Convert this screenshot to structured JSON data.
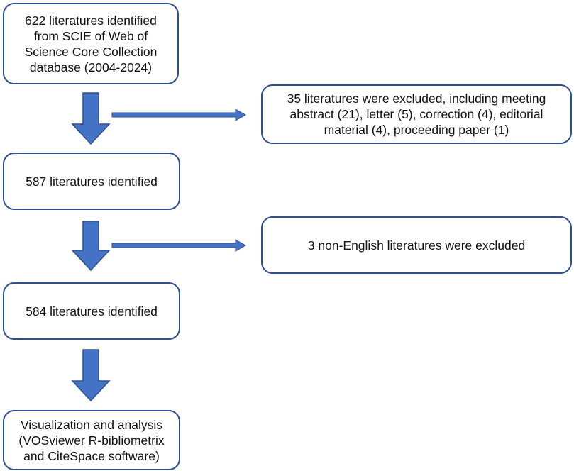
{
  "flow": {
    "step1": "622 literatures identified\nfrom SCIE of Web of\nScience Core Collection\ndatabase (2004-2024)",
    "step2": "587 literatures identified",
    "step3": "584 literatures identified",
    "step4": "Visualization and analysis\n(VOSviewer R-bibliometrix\nand CiteSpace software)"
  },
  "exclusions": {
    "first": "35 literatures were excluded, including meeting\nabstract (21), letter (5), correction (4), editorial\nmaterial (4), proceeding paper (1)",
    "second": "3 non-English literatures were excluded"
  },
  "colors": {
    "box_border": "#2f4f8f",
    "arrow_fill": "#4472c4",
    "arrow_stroke": "#2f528f"
  }
}
